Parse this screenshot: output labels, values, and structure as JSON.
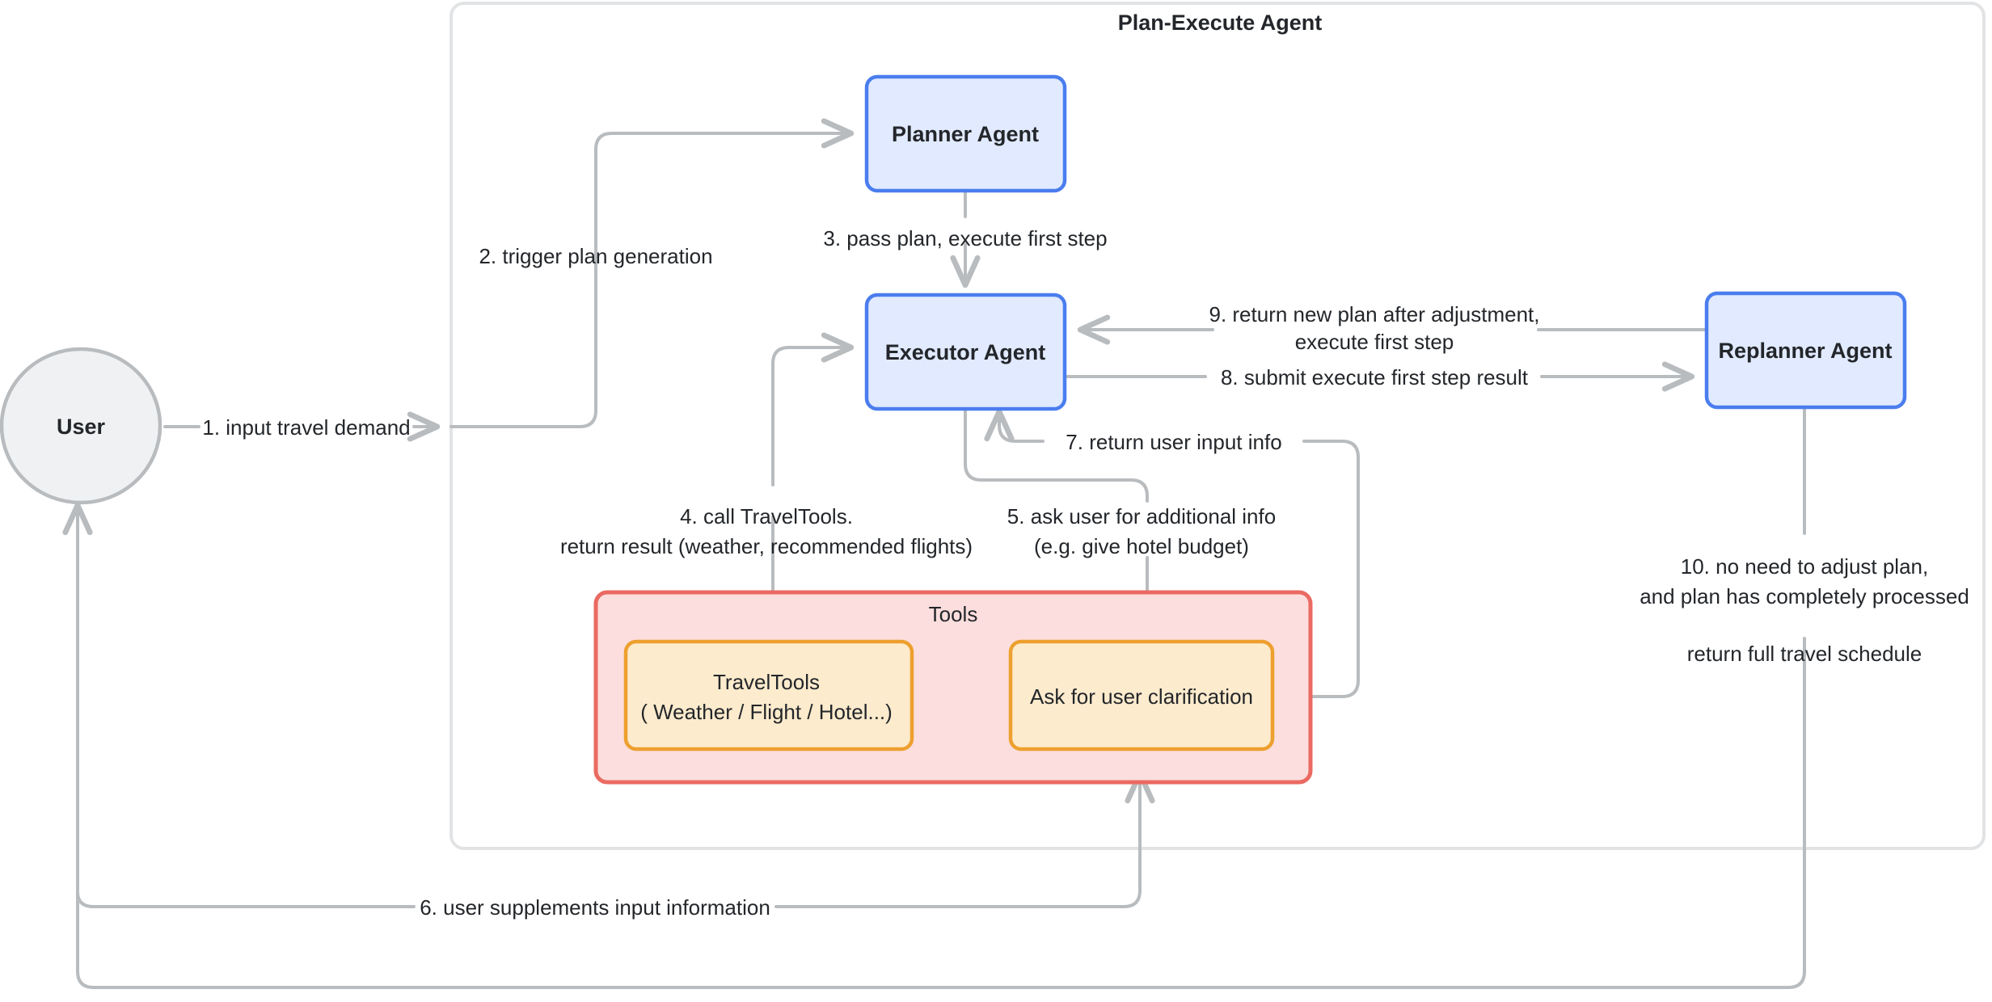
{
  "diagram": {
    "title": "Plan-Execute Agent",
    "groups": [
      {
        "id": "plan-execute",
        "caption": "Plan-Execute Agent"
      },
      {
        "id": "tools",
        "caption": "Tools"
      }
    ],
    "nodes": {
      "user": {
        "label": "User",
        "shape": "ellipse"
      },
      "planner": {
        "label": "Planner Agent",
        "shape": "rounded-rect"
      },
      "executor": {
        "label": "Executor Agent",
        "shape": "rounded-rect"
      },
      "replanner": {
        "label": "Replanner Agent",
        "shape": "rounded-rect"
      },
      "travel_tools": {
        "label_line1": "TravelTools",
        "label_line2": "( Weather / Flight / Hotel...)",
        "shape": "rounded-rect"
      },
      "ask_clarification": {
        "label": "Ask for user clarification",
        "shape": "rounded-rect"
      }
    },
    "edges": [
      {
        "id": "e1",
        "from": "user",
        "to": "plan-execute",
        "label": "1. input travel demand"
      },
      {
        "id": "e2",
        "from": "user",
        "to": "planner",
        "label": "2. trigger plan generation"
      },
      {
        "id": "e3",
        "from": "planner",
        "to": "executor",
        "label": "3. pass plan, execute first step"
      },
      {
        "id": "e4",
        "from": "executor",
        "to": "travel_tools",
        "label_line1": "4. call TravelTools.",
        "label_line2": "return result (weather, recommended flights)"
      },
      {
        "id": "e5",
        "from": "executor",
        "to": "ask_clarification",
        "label_line1": "5. ask user for additional info",
        "label_line2": "(e.g. give hotel budget)"
      },
      {
        "id": "e6",
        "from": "user",
        "to": "ask_clarification",
        "label": "6. user supplements input information"
      },
      {
        "id": "e7",
        "from": "ask_clarification",
        "to": "executor",
        "label": "7. return user input info"
      },
      {
        "id": "e8",
        "from": "executor",
        "to": "replanner",
        "label": "8. submit execute first step result"
      },
      {
        "id": "e9",
        "from": "replanner",
        "to": "executor",
        "label_line1": "9. return new plan after adjustment,",
        "label_line2": "execute first step"
      },
      {
        "id": "e10",
        "from": "replanner",
        "to": "user",
        "label_line1": "10. no need to adjust plan,",
        "label_line2": "and plan has completely processed",
        "label_line3": "return full travel schedule"
      }
    ],
    "colors": {
      "agent_fill": "#e1eaff",
      "agent_stroke": "#4a7dee",
      "tools_fill": "#fbdedd",
      "tools_stroke": "#ea6a62",
      "tool_fill": "#fdebcd",
      "tool_stroke": "#eda02f",
      "user_fill": "#f0f1f2",
      "edge_stroke": "#b9bcbf",
      "group_stroke": "#e2e3e5",
      "text": "#23262a"
    }
  }
}
